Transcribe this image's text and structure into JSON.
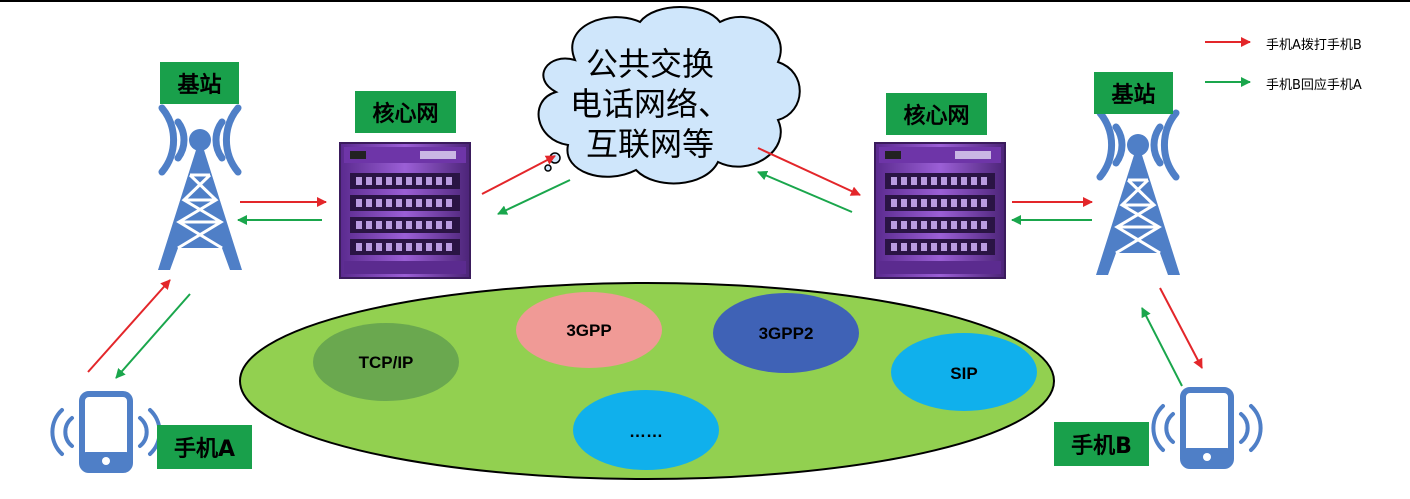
{
  "labels": {
    "base_station_left": "基站",
    "base_station_right": "基站",
    "core_left": "核心网",
    "core_right": "核心网",
    "phone_a": "手机A",
    "phone_b": "手机B"
  },
  "cloud": {
    "line1": "公共交换",
    "line2": "电话网络、",
    "line3": "互联网等"
  },
  "legend": {
    "call_label": "手机A拨打手机B",
    "reply_label": "手机B回应手机A",
    "call_color": "#e3262a",
    "reply_color": "#1aa64c"
  },
  "protocols": {
    "tcpip": "TCP/IP",
    "gpp3": "3GPP",
    "gpp3_2": "3GPP2",
    "sip": "SIP",
    "more": "……"
  },
  "colors": {
    "label_bg": "#19a04b",
    "tower": "#4f7fc7",
    "router": "#7b3db5",
    "cloud_fill": "#cfe6fb",
    "ellipse": "#92d050"
  },
  "icons": {
    "tower": "radio-tower-icon",
    "router": "server-chassis-icon",
    "phone": "smartphone-icon"
  }
}
